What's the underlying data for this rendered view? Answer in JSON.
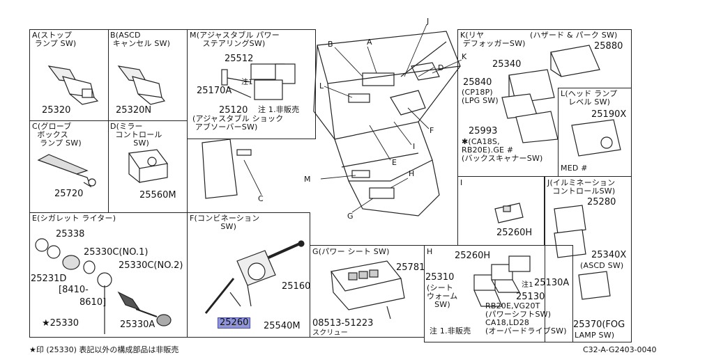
{
  "panels": {
    "A": {
      "title": "A(ストップ\n ランプ SW)",
      "parts": [
        "25320"
      ]
    },
    "B": {
      "title": "B(ASCD\n キャンセル SW)",
      "parts": [
        "25320N"
      ]
    },
    "M": {
      "title": "M(アジャスタブル パワー\n     ステアリングSW)",
      "parts": [
        "25512",
        "25170A",
        "25120"
      ],
      "note": "注 1.非販売",
      "sub": "(アジャスタブル ショック\n アブソーバーSW)",
      "note_mark": "注1"
    },
    "C": {
      "title": "C(グローブ\n  ボックス\n   ランプ SW)",
      "parts": [
        "25720"
      ]
    },
    "D": {
      "title": "D(ミラー\n  コントロール\n         SW)",
      "parts": [
        "25560M"
      ]
    },
    "E": {
      "title": "E(シガレット ライター)",
      "parts": [
        "25338",
        "25330C(NO.1)",
        "25330C(NO.2)",
        "25231D",
        "[8410-",
        "8610]",
        "★25330",
        "25330A"
      ]
    },
    "F": {
      "title": "F(コンビネーション\n            SW)",
      "parts": [
        "25260",
        "25160",
        "25540M"
      ]
    },
    "G": {
      "title": "G(パワー シート SW)",
      "parts": [
        "25781",
        "08513-51223"
      ],
      "screw": "スクリュー"
    },
    "H": {
      "title": "H",
      "parts": [
        "25260H",
        "25310",
        "25130A",
        "25130"
      ],
      "sub1": "(シート\nウォーム\n   SW)",
      "sub2": "RB20E,VG20T\n(パワーシフトSW)\nCA18,LD28\n(オーバードライブSW)",
      "note": "注 1.非販売",
      "note_mark": "注1"
    },
    "I": {
      "title": "I",
      "parts": [
        "25260H"
      ]
    },
    "K": {
      "title": "K(リヤ\n デフォッガーSW)",
      "title2": "(ハザード & パーク SW)",
      "parts": [
        "25880",
        "25340",
        "25840",
        "25993"
      ],
      "sub1": "(CP18P)\n(LPG SW)",
      "sub2": "✱(CA18S,\nRB20E).GE #\n(バックスキャナーSW)"
    },
    "L": {
      "title": "L(ヘッド ランプ\n   レベル SW)",
      "parts": [
        "25190X"
      ],
      "sub": "MED #"
    },
    "J": {
      "title": "J(イルミネーション\n  コントロールSW)",
      "parts": [
        "25280",
        "25340X",
        "25370(FOG"
      ],
      "sub1": "(ASCD SW)",
      "sub2": "LAMP SW)"
    }
  },
  "callouts": [
    "A",
    "B",
    "J",
    "D",
    "L",
    "K",
    "F",
    "I",
    "E",
    "H",
    "G",
    "C",
    "M"
  ],
  "footer": {
    "note": "★印 (25330) 表記以外の構成部品は非販売",
    "code": "C32-A-G2403-0040"
  },
  "highlight_color": "#8f95d8"
}
